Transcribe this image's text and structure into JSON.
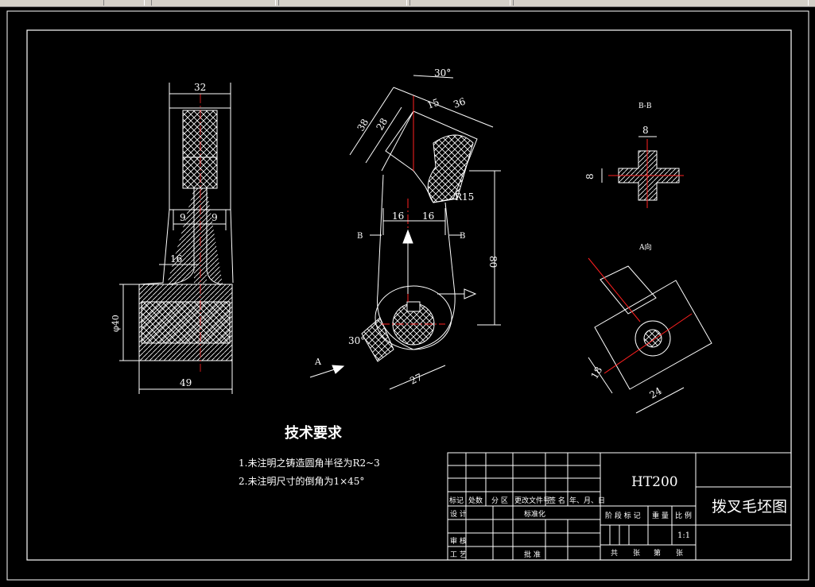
{
  "drawing": {
    "tech_req_title": "技术要求",
    "tech_req_1": "1.未注明之铸造圆角半径为R2~3",
    "tech_req_2": "2.未注明尺寸的倒角为1×45°",
    "material": "HT200",
    "drawing_title": "拨叉毛坯图",
    "scale": "1:1",
    "view_labels": {
      "section_bb": "B-B",
      "view_a": "A向",
      "arrow_a": "A",
      "cut_b": "B"
    },
    "dimensions": {
      "d32": "32",
      "d9a": "9",
      "d9b": "9",
      "d16_left": "16",
      "d49": "49",
      "phi40": "φ40",
      "d30deg": "30°",
      "d15": "15",
      "d36": "36",
      "d38": "38",
      "d28": "28",
      "r15": "R15",
      "d16a": "16",
      "d16b": "16",
      "d80": "80",
      "d30deg_b": "30°",
      "d27": "27",
      "d8_top": "8",
      "d8_side": "8",
      "d18": "18",
      "d24": "24"
    },
    "title_block": {
      "mark": "标记",
      "count": "处数",
      "zone": "分 区",
      "doc_no": "更改文件号",
      "sign": "签 名",
      "date": "年、月、日",
      "design": "设 计",
      "standard": "标准化",
      "review": "审 核",
      "process": "工 艺",
      "approve": "批 准",
      "stage_mark": "阶 段 标 记",
      "weight": "重 量",
      "ratio": "比 例",
      "total": "共",
      "sheets": "张",
      "page": "第",
      "sheet2": "张"
    }
  },
  "colors": {
    "background": "#000000",
    "line": "#ffffff",
    "center": "#ff2020",
    "hatch": "#ffffff"
  }
}
